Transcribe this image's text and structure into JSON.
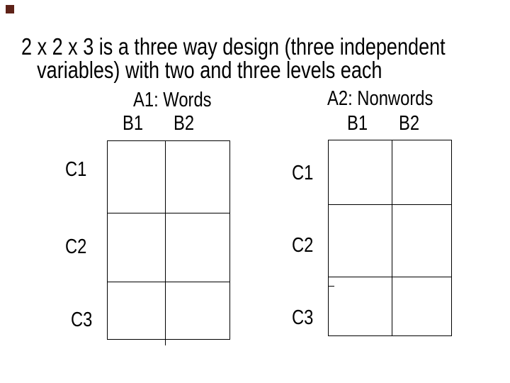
{
  "slide": {
    "background_color": "#ffffff",
    "text_color": "#000000",
    "line_color": "#000000",
    "decoration": {
      "name": "corner-square",
      "color": "#5e2218"
    },
    "title": {
      "text": "2 x 2 x 3 is a three way design (three independent variables) with two and three levels each",
      "line1": "2 x 2 x 3 is a three way design (three independent",
      "line2": "variables) with two and three levels each"
    },
    "tables": [
      {
        "header": "A1: Words",
        "col_labels": [
          "B1",
          "B2"
        ],
        "row_labels": [
          "C1",
          "C2",
          "C3"
        ],
        "cols": 2,
        "rows": 3
      },
      {
        "header": "A2: Nonwords",
        "col_labels": [
          "B1",
          "B2"
        ],
        "row_labels": [
          "C1",
          "C2",
          "C3"
        ],
        "cols": 2,
        "rows": 3
      }
    ]
  }
}
